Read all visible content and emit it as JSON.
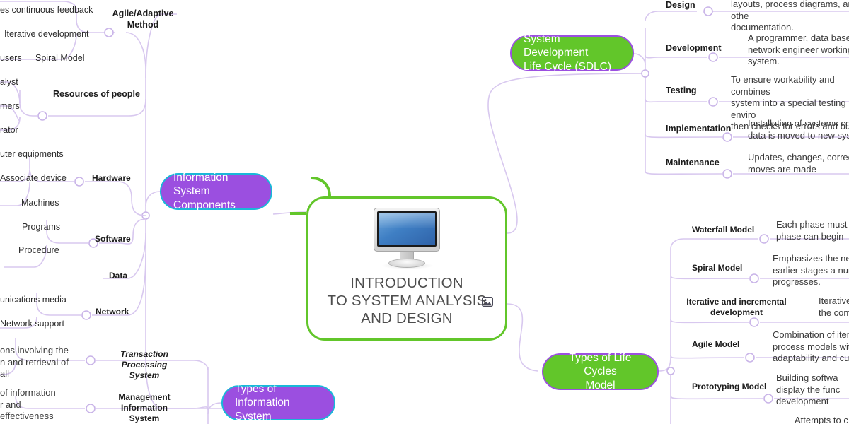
{
  "meta": {
    "kind": "mind-map",
    "colors": {
      "root_border": "#62c62a",
      "bubble_green": "#62c62a",
      "bubble_purple": "#9b4fe0",
      "green_border": "#9b4fe0",
      "purple_border": "#19b8d8",
      "wire": "#d8c8ef",
      "wire_root": "#62c62a",
      "text": "#1c1c1c",
      "background": "#ffffff"
    }
  },
  "root": {
    "title": "INTRODUCTION\nTO SYSTEM ANALYSIS\nAND DESIGN",
    "image_icon": "picture-icon"
  },
  "branches": {
    "sdlc": {
      "label": "System Development\nLife Cycle (SDLC)",
      "items": [
        {
          "label": "Design",
          "desc": "layouts, process diagrams, and othe\ndocumentation."
        },
        {
          "label": "Development",
          "desc": "A programmer, data base dev\nnetwork engineer working to\nsystem."
        },
        {
          "label": "Testing",
          "desc": "To ensure workability and combines\nsystem into a special testing enviro\nthen checks for errors and bugs"
        },
        {
          "label": "Implementation",
          "desc": "Installation of systems con\ndata is moved to new syst"
        },
        {
          "label": "Maintenance",
          "desc": "Updates, changes, correction\nmoves are made"
        }
      ]
    },
    "life_cycles": {
      "label": "Types of Life Cycles\nModel",
      "items": [
        {
          "label": "Waterfall Model",
          "desc": "Each phase must b\nphase can begin"
        },
        {
          "label": "Spiral Model",
          "desc": "Emphasizes the need \nearlier stages a numbe\nprogresses."
        },
        {
          "label": "Iterative and incremental\ndevelopment",
          "desc": "Iterative\nthe com"
        },
        {
          "label": "Agile Model",
          "desc": "Combination of iterativ\nprocess models with fo\nadaptability and custom"
        },
        {
          "label": "Prototyping Model",
          "desc": "Building softwa\ndisplay the func\ndevelopment"
        },
        {
          "label": "",
          "desc": "Attempts to c"
        }
      ]
    },
    "components": {
      "label": "Information System\nComponents",
      "items": [
        {
          "label": "Hardware",
          "children": [
            "uter equipments",
            "Associate device",
            "Machines"
          ]
        },
        {
          "label": "Software",
          "children": [
            "Programs",
            "Procedure"
          ]
        },
        {
          "label": "Data",
          "children": []
        },
        {
          "label": "Network",
          "children": [
            "unications media",
            "Network support"
          ]
        }
      ]
    },
    "agile": {
      "label": "Agile/Adaptive\nMethod",
      "children": [
        "es continuous feedback",
        "Iterative development",
        "Spiral Model"
      ]
    },
    "resources": {
      "label": "Resources of people",
      "children": [
        "users",
        "alyst",
        "mers",
        "rator"
      ]
    },
    "types_of_is": {
      "label": "Types of\nInformation System",
      "items": [
        {
          "label": "Transaction Processing\nSystem",
          "desc": "ons involving the\nn and retrieval of all"
        },
        {
          "label": "Management Information\nSystem",
          "desc": "of information\nr and effectiveness"
        }
      ]
    }
  }
}
